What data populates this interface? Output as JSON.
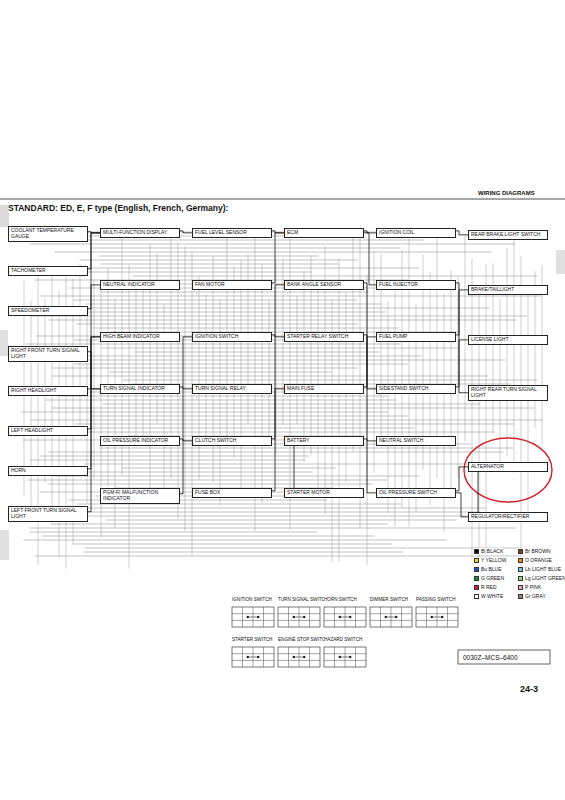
{
  "diagram": {
    "title": "STANDARD: ED, E, F type (English, French, Germany):",
    "nodes": [
      {
        "text": [
          "COOLANT TEMPERATURE GAUGE"
        ]
      },
      {
        "text": [
          "TACHOMETER"
        ]
      },
      {
        "text": [
          "SPEEDOMETER"
        ]
      },
      {
        "text": [
          "RIGHT FRONT TURN SIGNAL LIGHT"
        ]
      },
      {
        "text": [
          "RIGHT HEADLIGHT"
        ]
      },
      {
        "text": [
          "LEFT HEADLIGHT"
        ]
      },
      {
        "text": [
          "HORN"
        ]
      },
      {
        "text": [
          "LEFT FRONT TURN SIGNAL LIGHT"
        ]
      },
      {
        "text": [
          "MULTI-FUNCTION DISPLAY"
        ]
      },
      {
        "text": [
          "NEUTRAL INDICATOR"
        ]
      },
      {
        "text": [
          "HIGH BEAM INDICATOR"
        ]
      },
      {
        "text": [
          "TURN SIGNAL INDICATOR"
        ]
      },
      {
        "text": [
          "OIL PRESSURE INDICATOR"
        ]
      },
      {
        "text": [
          "PGM-FI MALFUNCTION INDICATOR"
        ]
      },
      {
        "text": [
          "FUEL LEVEL SENSOR"
        ]
      },
      {
        "text": [
          "FAN MOTOR"
        ]
      },
      {
        "text": [
          "IGNITION SWITCH"
        ]
      },
      {
        "text": [
          "TURN SIGNAL RELAY"
        ]
      },
      {
        "text": [
          "CLUTCH SWITCH"
        ]
      },
      {
        "text": [
          "FUSE BOX"
        ]
      },
      {
        "text": [
          "ECM"
        ]
      },
      {
        "text": [
          "BANK ANGLE SENSOR"
        ]
      },
      {
        "text": [
          "STARTER RELAY SWITCH"
        ]
      },
      {
        "text": [
          "MAIN FUSE"
        ]
      },
      {
        "text": [
          "BATTERY"
        ]
      },
      {
        "text": [
          "STARTER MOTOR"
        ]
      },
      {
        "text": [
          "IGNITION COIL"
        ]
      },
      {
        "text": [
          "FUEL INJECTOR"
        ]
      },
      {
        "text": [
          "FUEL PUMP"
        ]
      },
      {
        "text": [
          "SIDESTAND SWITCH"
        ]
      },
      {
        "text": [
          "NEUTRAL SWITCH"
        ]
      },
      {
        "text": [
          "OIL PRESSURE SWITCH"
        ]
      },
      {
        "text": [
          "REAR BRAKE LIGHT SWITCH"
        ]
      },
      {
        "text": [
          "BRAKE/TAILLIGHT"
        ]
      },
      {
        "text": [
          "LICENSE LIGHT"
        ]
      },
      {
        "text": [
          "RIGHT REAR TURN SIGNAL LIGHT"
        ]
      },
      {
        "text": [
          "ALTERNATOR"
        ]
      },
      {
        "text": [
          "REGULATOR/RECTIFIER"
        ]
      }
    ],
    "edges": [
      {
        "from": 0,
        "to": 8,
        "arrow": "none"
      },
      {
        "from": 1,
        "to": 8,
        "arrow": "none"
      },
      {
        "from": 2,
        "to": 8,
        "arrow": "none"
      },
      {
        "from": 3,
        "to": 11,
        "arrow": "none"
      },
      {
        "from": 7,
        "to": 11,
        "arrow": "none"
      },
      {
        "from": 4,
        "to": 10,
        "arrow": "none"
      },
      {
        "from": 5,
        "to": 10,
        "arrow": "none"
      },
      {
        "from": 6,
        "to": 9,
        "arrow": "none"
      },
      {
        "from": 8,
        "to": 14,
        "arrow": "none"
      },
      {
        "from": 11,
        "to": 17,
        "arrow": "none"
      },
      {
        "from": 12,
        "to": 18,
        "arrow": "none"
      },
      {
        "from": 13,
        "to": 16,
        "arrow": "none"
      },
      {
        "from": 14,
        "to": 20,
        "arrow": "none"
      },
      {
        "from": 15,
        "to": 20,
        "arrow": "none"
      },
      {
        "from": 16,
        "to": 22,
        "arrow": "none"
      },
      {
        "from": 19,
        "to": 23,
        "arrow": "none"
      },
      {
        "from": 18,
        "to": 21,
        "arrow": "none"
      },
      {
        "from": 24,
        "to": 25,
        "arrow": "none"
      },
      {
        "from": 20,
        "to": 26,
        "arrow": "none"
      },
      {
        "from": 20,
        "to": 27,
        "arrow": "none"
      },
      {
        "from": 23,
        "to": 28,
        "arrow": "none"
      },
      {
        "from": 21,
        "to": 29,
        "arrow": "none"
      },
      {
        "from": 22,
        "to": 30,
        "arrow": "none"
      },
      {
        "from": 24,
        "to": 31,
        "arrow": "none"
      },
      {
        "from": 26,
        "to": 32,
        "arrow": "none"
      },
      {
        "from": 28,
        "to": 33,
        "arrow": "none"
      },
      {
        "from": 29,
        "to": 34,
        "arrow": "none"
      },
      {
        "from": 27,
        "to": 35,
        "arrow": "none"
      },
      {
        "from": 31,
        "to": 36,
        "arrow": "none"
      },
      {
        "from": 31,
        "to": 37,
        "arrow": "none"
      },
      {
        "from": 36,
        "to": 37,
        "arrow": "none"
      }
    ],
    "labels": [
      "WIRING DIAGRAMS",
      "0030Z–MCS–6400",
      "24-3",
      "IGNITION SWITCH",
      "TURN SIGNAL SWITCH",
      "HORN SWITCH",
      "DIMMER SWITCH",
      "PASSING SWITCH",
      "STARTER SWITCH",
      "ENGINE STOP SWITCH",
      "HAZARD SWITCH"
    ],
    "legend": [
      {
        "text": "Bl BLACK",
        "color": "#000000"
      },
      {
        "text": "Y YELLOW",
        "color": "#f2d21b"
      },
      {
        "text": "Bu BLUE",
        "color": "#1f4fd1"
      },
      {
        "text": "G GREEN",
        "color": "#1e8c2e"
      },
      {
        "text": "R RED",
        "color": "#d0202a"
      },
      {
        "text": "W WHITE",
        "color": "#ffffff"
      },
      {
        "text": "Br BROWN",
        "color": "#7a4a1e"
      },
      {
        "text": "O ORANGE",
        "color": "#f08a1c"
      },
      {
        "text": "Lb LIGHT BLUE",
        "color": "#7fc4ee"
      },
      {
        "text": "Lg LIGHT GREEN",
        "color": "#8fdc7a"
      },
      {
        "text": "P PINK",
        "color": "#f3a0c0"
      },
      {
        "text": "Gr GRAY",
        "color": "#8c8c8c"
      }
    ]
  }
}
